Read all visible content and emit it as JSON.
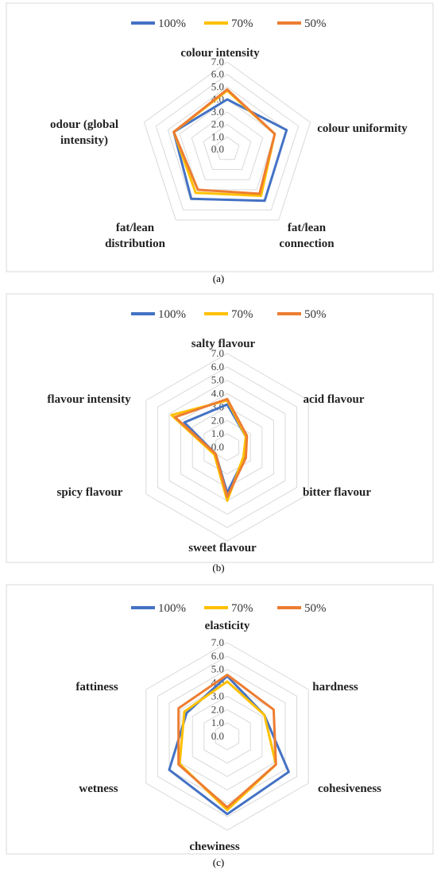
{
  "colors": {
    "s100": "#4472C4",
    "s70": "#FFC000",
    "s50": "#ED7D31",
    "grid": "#D9D9D9",
    "frame": "#D9D9D9"
  },
  "chart_data": [
    {
      "type": "radar",
      "panel_label": "(a)",
      "legend": [
        "100%",
        "70%",
        "50%"
      ],
      "legend_position": "top",
      "axes": [
        "colour intensity",
        "colour uniformity",
        "fat/lean\nconnection",
        "fat/lean\ndistribution",
        "odour (global\nintensity)"
      ],
      "ticks": [
        "0.0",
        "1.0",
        "2.0",
        "3.0",
        "4.0",
        "5.0",
        "6.0",
        "7.0"
      ],
      "range": [
        0,
        7
      ],
      "series": [
        {
          "name": "100%",
          "values": [
            4.0,
            5.0,
            5.1,
            4.9,
            4.5
          ]
        },
        {
          "name": "70%",
          "values": [
            4.7,
            4.0,
            4.6,
            4.3,
            4.5
          ]
        },
        {
          "name": "50%",
          "values": [
            4.8,
            4.0,
            4.4,
            4.0,
            4.5
          ]
        }
      ]
    },
    {
      "type": "radar",
      "panel_label": "(b)",
      "legend": [
        "100%",
        "70%",
        "50%"
      ],
      "legend_position": "top",
      "axes": [
        "salty flavour",
        "acid flavour",
        "bitter flavour",
        "sweet flavour",
        "spicy flavour",
        "flavour intensity"
      ],
      "ticks": [
        "0.0",
        "1.0",
        "2.0",
        "3.0",
        "4.0",
        "5.0",
        "6.0",
        "7.0"
      ],
      "range": [
        0,
        7
      ],
      "series": [
        {
          "name": "100%",
          "values": [
            3.2,
            1.6,
            1.5,
            3.4,
            1.0,
            3.7
          ]
        },
        {
          "name": "70%",
          "values": [
            3.5,
            1.6,
            1.4,
            4.0,
            1.1,
            4.8
          ]
        },
        {
          "name": "50%",
          "values": [
            3.6,
            1.7,
            1.6,
            3.7,
            1.0,
            4.5
          ]
        }
      ]
    },
    {
      "type": "radar",
      "panel_label": "(c)",
      "legend": [
        "100%",
        "70%",
        "50%"
      ],
      "legend_position": "top",
      "axes": [
        "elasticity",
        "hardness",
        "cohesiveness",
        "chewiness",
        "wetness",
        "fattiness"
      ],
      "ticks": [
        "0.0",
        "1.0",
        "2.0",
        "3.0",
        "4.0",
        "5.0",
        "6.0",
        "7.0"
      ],
      "range": [
        0,
        7
      ],
      "series": [
        {
          "name": "100%",
          "values": [
            4.5,
            3.2,
            5.3,
            5.8,
            5.0,
            3.5
          ]
        },
        {
          "name": "70%",
          "values": [
            4.1,
            3.2,
            4.2,
            5.5,
            4.1,
            3.7
          ]
        },
        {
          "name": "50%",
          "values": [
            4.6,
            4.0,
            4.2,
            5.3,
            4.2,
            4.2
          ]
        }
      ]
    }
  ]
}
